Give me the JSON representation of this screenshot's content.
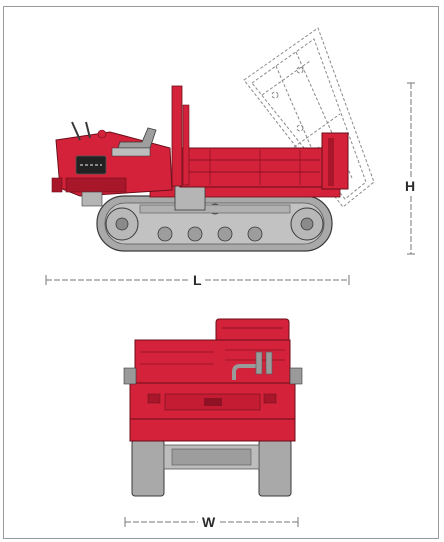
{
  "diagram": {
    "dimensions": {
      "length_label": "L",
      "height_label": "H",
      "width_label": "W"
    },
    "colors": {
      "body_red": "#d3223a",
      "dark_red": "#a8162a",
      "track_gray": "#a9a9a9",
      "dimension_line": "#777777",
      "outline": "#3a3a3a"
    }
  }
}
